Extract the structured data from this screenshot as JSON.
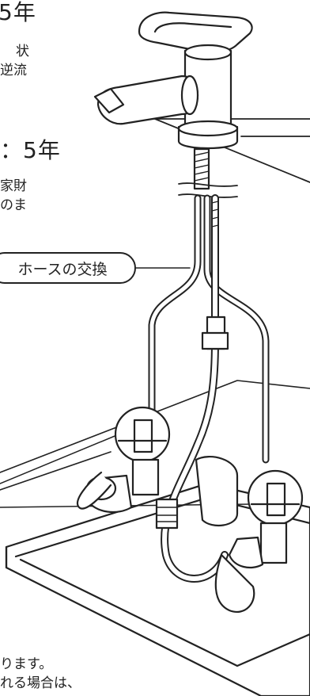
{
  "heading_top": "5年",
  "text_top_right_1": "状",
  "text_top_right_2": "逆流",
  "heading_mid": "：5年",
  "text_mid_1": "家財",
  "text_mid_2": "のま",
  "callout_label": "ホースの交換",
  "bottom_line_1": "ります。",
  "bottom_line_2": "れる場合は、",
  "colors": {
    "line": "#222222",
    "fill": "#ffffff",
    "shade": "#666666"
  }
}
